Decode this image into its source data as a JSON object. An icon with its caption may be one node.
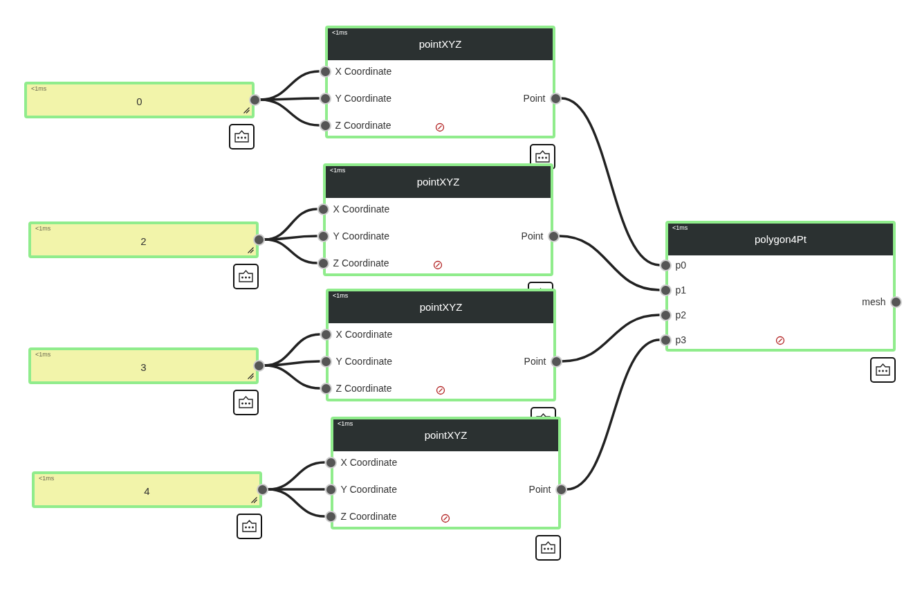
{
  "diagram": {
    "nodes": [
      {
        "text": [
          "<1ms",
          "0"
        ]
      },
      {
        "text": [],
        "shape": "circle",
        "in": 0
      },
      {
        "text": [
          "<1ms",
          "pointXYZ"
        ]
      },
      {
        "text": [
          "X Coordinate"
        ],
        "in": 2
      },
      {
        "text": [
          "Y Coordinate"
        ],
        "in": 2
      },
      {
        "text": [
          "Z Coordinate"
        ],
        "in": 2
      },
      {
        "text": [
          "Point"
        ],
        "in": 2
      },
      {
        "text": [
          "<1ms",
          "2"
        ]
      },
      {
        "text": [],
        "shape": "circle",
        "in": 7
      },
      {
        "text": [
          "<1ms",
          "pointXYZ"
        ]
      },
      {
        "text": [
          "X Coordinate"
        ],
        "in": 9
      },
      {
        "text": [
          "Y Coordinate"
        ],
        "in": 9
      },
      {
        "text": [
          "Z Coordinate"
        ],
        "in": 9
      },
      {
        "text": [
          "Point"
        ],
        "in": 9
      },
      {
        "text": [
          "<1ms",
          "3"
        ]
      },
      {
        "text": [],
        "shape": "circle",
        "in": 14
      },
      {
        "text": [
          "<1ms",
          "pointXYZ"
        ]
      },
      {
        "text": [
          "X Coordinate"
        ],
        "in": 16
      },
      {
        "text": [
          "Y Coordinate"
        ],
        "in": 16
      },
      {
        "text": [
          "Z Coordinate"
        ],
        "in": 16
      },
      {
        "text": [
          "Point"
        ],
        "in": 16
      },
      {
        "text": [
          "<1ms",
          "4"
        ]
      },
      {
        "text": [],
        "shape": "circle",
        "in": 21
      },
      {
        "text": [
          "<1ms",
          "pointXYZ"
        ]
      },
      {
        "text": [
          "X Coordinate"
        ],
        "in": 23
      },
      {
        "text": [
          "Y Coordinate"
        ],
        "in": 23
      },
      {
        "text": [
          "Z Coordinate"
        ],
        "in": 23
      },
      {
        "text": [
          "Point"
        ],
        "in": 23
      },
      {
        "text": [
          "<1ms",
          "polygon4Pt"
        ]
      },
      {
        "text": [
          "p0"
        ],
        "in": 28
      },
      {
        "text": [
          "p1"
        ],
        "in": 28
      },
      {
        "text": [
          "p2"
        ],
        "in": 28
      },
      {
        "text": [
          "p3"
        ],
        "in": 28
      },
      {
        "text": [
          "mesh"
        ],
        "in": 28
      }
    ],
    "edges": [
      {
        "from": 1,
        "to": 3,
        "arrow": "none"
      },
      {
        "from": 1,
        "to": 4,
        "arrow": "none"
      },
      {
        "from": 1,
        "to": 5,
        "arrow": "none"
      },
      {
        "from": 8,
        "to": 10,
        "arrow": "none"
      },
      {
        "from": 8,
        "to": 11,
        "arrow": "none"
      },
      {
        "from": 8,
        "to": 12,
        "arrow": "none"
      },
      {
        "from": 15,
        "to": 17,
        "arrow": "none"
      },
      {
        "from": 15,
        "to": 18,
        "arrow": "none"
      },
      {
        "from": 15,
        "to": 19,
        "arrow": "none"
      },
      {
        "from": 22,
        "to": 24,
        "arrow": "none"
      },
      {
        "from": 22,
        "to": 25,
        "arrow": "none"
      },
      {
        "from": 22,
        "to": 26,
        "arrow": "none"
      },
      {
        "from": 6,
        "to": 29,
        "arrow": "none"
      },
      {
        "from": 13,
        "to": 30,
        "arrow": "none"
      },
      {
        "from": 20,
        "to": 31,
        "arrow": "none"
      },
      {
        "from": 27,
        "to": 32,
        "arrow": "none"
      }
    ]
  }
}
